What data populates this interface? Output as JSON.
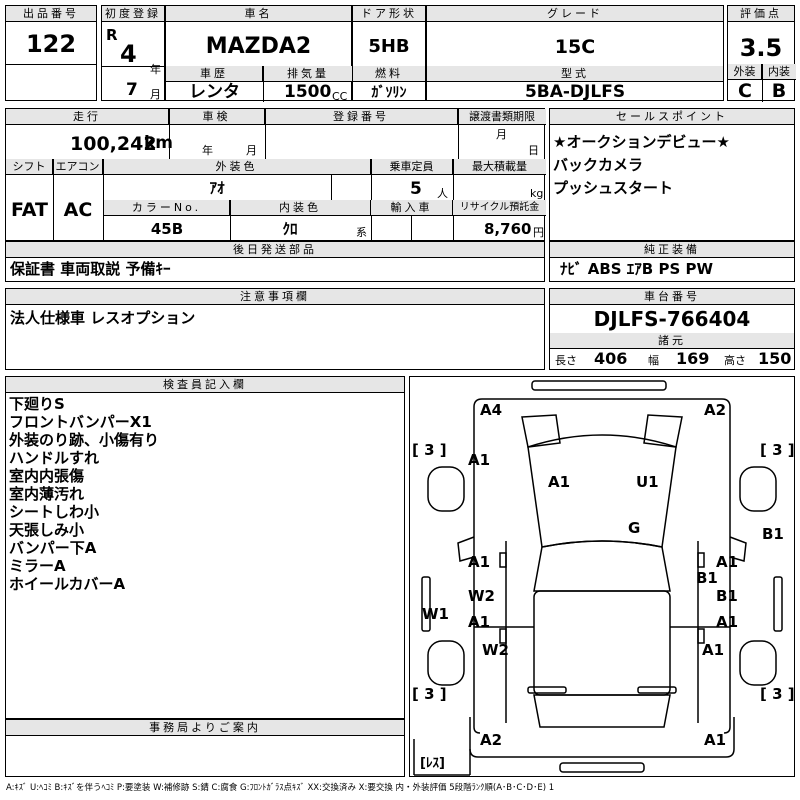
{
  "labels": {
    "lot_no": "出品番号",
    "first_reg": "初度登録",
    "car_name": "車名",
    "door": "ドア形状",
    "grade": "グレード",
    "score": "評価点",
    "history": "車歴",
    "displacement": "排気量",
    "fuel": "燃料",
    "model_type": "型式",
    "exterior": "外装",
    "interior": "内装",
    "mileage": "走行",
    "inspection": "車検",
    "registration": "登録番号",
    "transfer_docs": "譲渡書類期限",
    "sales_points": "セールスポイント",
    "shift": "シフト",
    "aircon": "エアコン",
    "ext_color": "外装色",
    "capacity": "乗車定員",
    "max_load": "最大積載量",
    "color_no": "カラーNo.",
    "int_color": "内装色",
    "import": "輸入車",
    "recycle": "リサイクル預託金",
    "later_parts": "後日発送部品",
    "genuine_equip": "純正装備",
    "notes": "注意事項欄",
    "chassis_no": "車台番号",
    "dimensions": "諸元",
    "length": "長さ",
    "width": "幅",
    "height": "高さ",
    "inspector": "検査員記入欄",
    "office": "事務局よりご案内",
    "year_unit": "年",
    "month_unit": "月",
    "cc_unit": "CC",
    "km_unit": "km",
    "person_unit": "人",
    "kg_unit": "kg",
    "kei_unit": "系",
    "yen_unit": "円"
  },
  "values": {
    "lot_no": "122",
    "era": "R",
    "first_reg_year": "4",
    "first_reg_month": "7",
    "car_name": "MAZDA2",
    "door": "5HB",
    "grade": "15C",
    "score": "3.5",
    "history": "レンタ",
    "displacement": "1500",
    "fuel": "ｶﾞｿﾘﾝ",
    "model_type": "5BA-DJLFS",
    "exterior_grade": "C",
    "interior_grade": "B",
    "mileage": "100,242",
    "shift": "FAT",
    "aircon": "AC",
    "ext_color": "ｱｵ",
    "capacity": "5",
    "color_no": "45B",
    "int_color": "ｸﾛ",
    "recycle": "8,760",
    "chassis_no": "DJLFS-766404",
    "length": "406",
    "width": "169",
    "height": "150"
  },
  "sales_points": [
    "★オークションデビュー★",
    "バックカメラ",
    "プッシュスタート"
  ],
  "later_parts": "保証書 車両取説 予備ｷｰ",
  "genuine_equipment": "ﾅﾋﾞ ABS ｴｱB PS PW",
  "notes": "法人仕様車 レスオプション",
  "inspector_notes": [
    "下廻りS",
    "フロントバンパーX1",
    "外装のり跡、小傷有り",
    "ハンドルすれ",
    "室内内張傷",
    "室内薄汚れ",
    "シートしわ小",
    "天張しみ小",
    "バンパー下A",
    "ミラーA",
    "ホイールカバーA"
  ],
  "diagram_marks": {
    "front_left": "A4",
    "front_right": "A2",
    "tire_front_left": "[ 3 ]",
    "tire_front_right": "[ 3 ]",
    "front_fender_left": "A1",
    "hood_left": "A1",
    "hood_right": "U1",
    "windshield": "G",
    "fender_right": "B1",
    "front_door_left": "A1",
    "front_door_right": "A1",
    "pillar_right": "B1",
    "step_left": "W2",
    "step_right": "B1",
    "rocker_left": "W1",
    "rear_door_left": "A1",
    "rear_door_right": "A1",
    "rear_fender_left": "W2",
    "rear_fender_right": "A1",
    "tire_rear_left": "[ 3 ]",
    "tire_rear_right": "[ 3 ]",
    "rear_left": "A2",
    "rear_right": "A1",
    "spare": "[ﾚｽ]"
  },
  "legend": "A:ｷｽﾞ U:ﾍｺﾐ B:ｷｽﾞを伴うﾍｺﾐ P:要塗装 W:補修跡 S:錆 C:腐食 G:ﾌﾛﾝﾄｶﾞﾗｽ点ｷｽﾞ XX:交換済み X:要交換 内・外装評価 5段階ﾗﾝｸ順(A･B･C･D･E) 1"
}
